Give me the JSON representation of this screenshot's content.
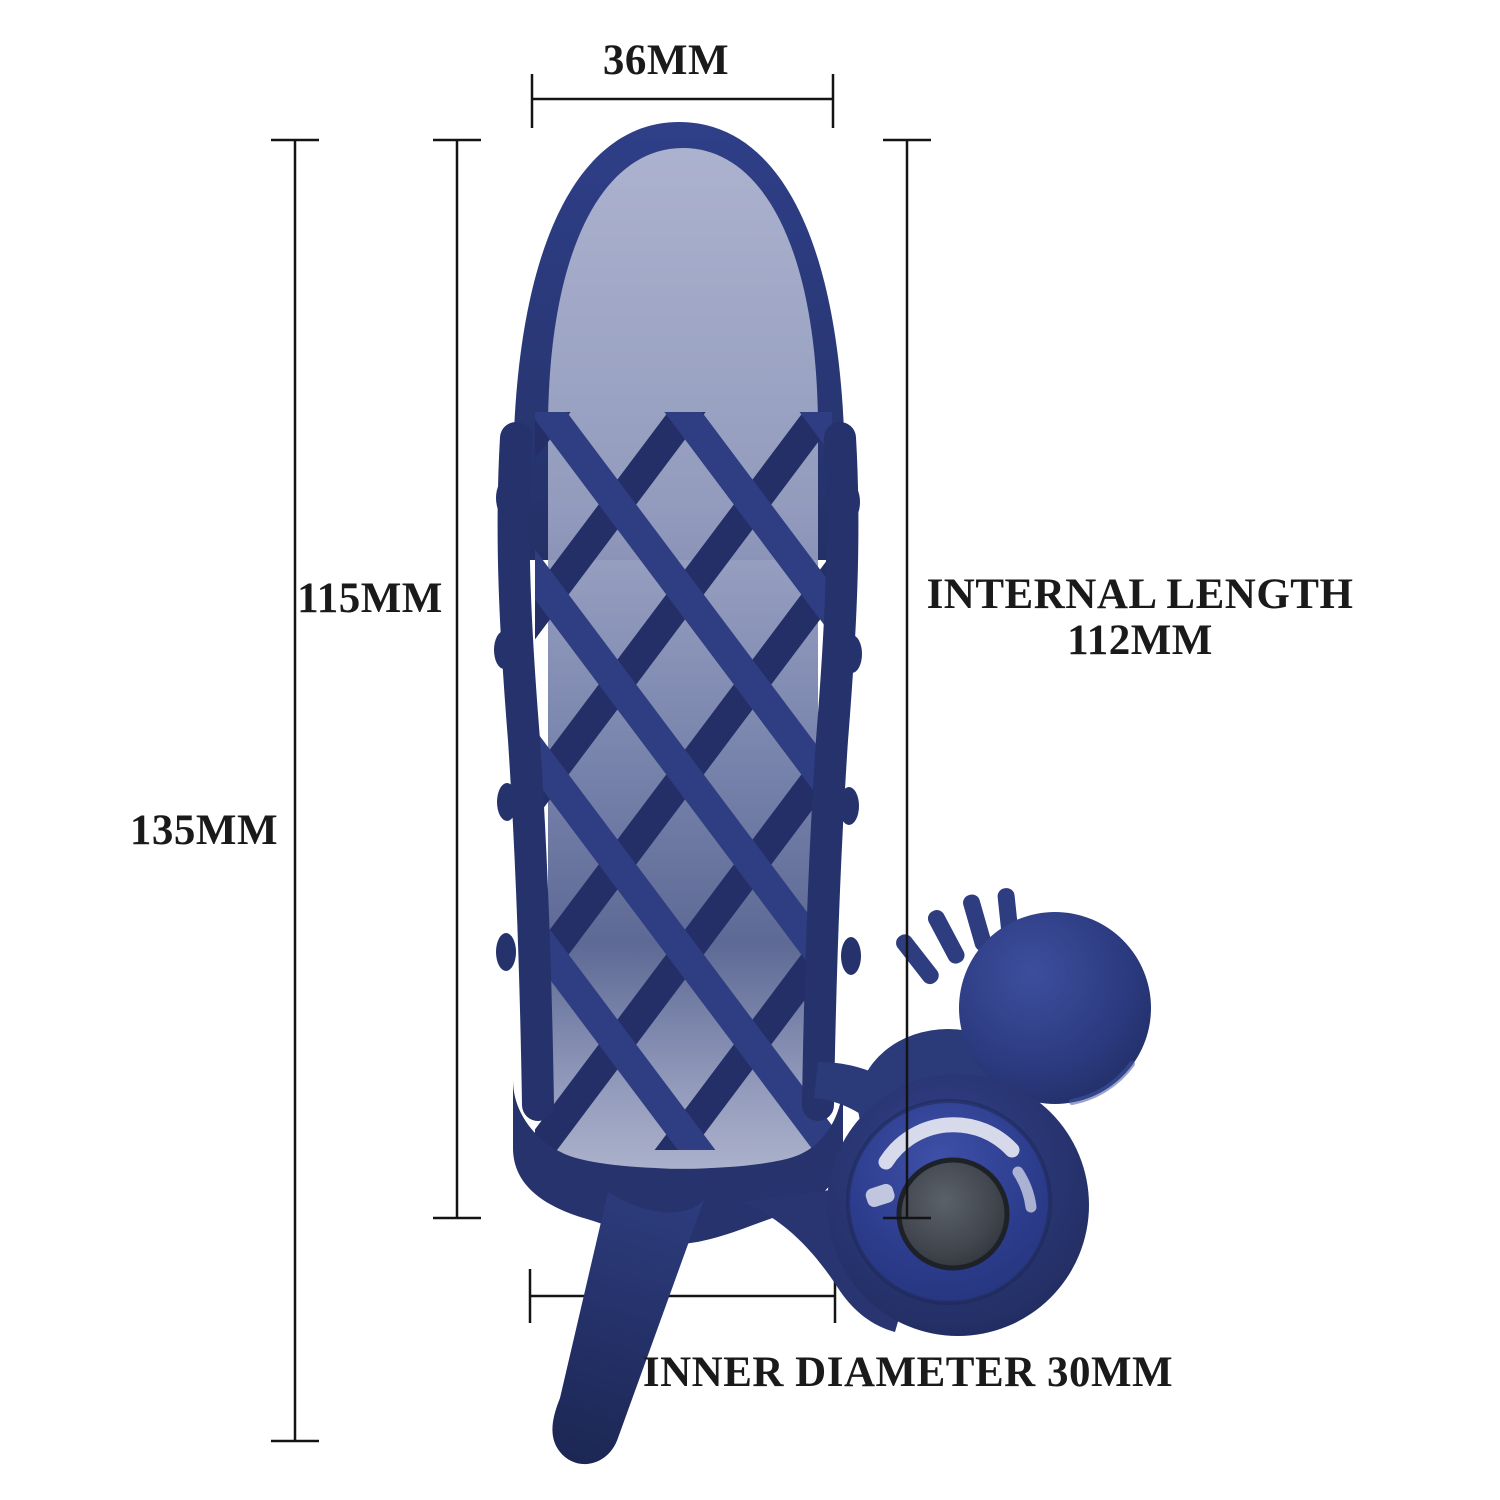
{
  "title": "Product dimension diagram",
  "colors": {
    "background": "#ffffff",
    "navy": "#2b3a78",
    "navy-dark": "#24316b",
    "navy-mid": "#2f3e82",
    "lattice-back": "#242f68",
    "panel": "#a9b0cc",
    "button-gray": "#41464e",
    "line": "#141414",
    "text": "#1a1a1a"
  },
  "labels": {
    "top_width": "36MM",
    "sleeve_length": "115MM",
    "total_length": "135MM",
    "internal_length_line1": "INTERNAL LENGTH",
    "internal_length_line2": "112MM",
    "inner_diameter": "INNER DIAMETER 30MM"
  },
  "dimensions_mm": {
    "top_width": 36,
    "sleeve_length": 115,
    "total_length": 135,
    "internal_length": 112,
    "inner_diameter": 30
  }
}
